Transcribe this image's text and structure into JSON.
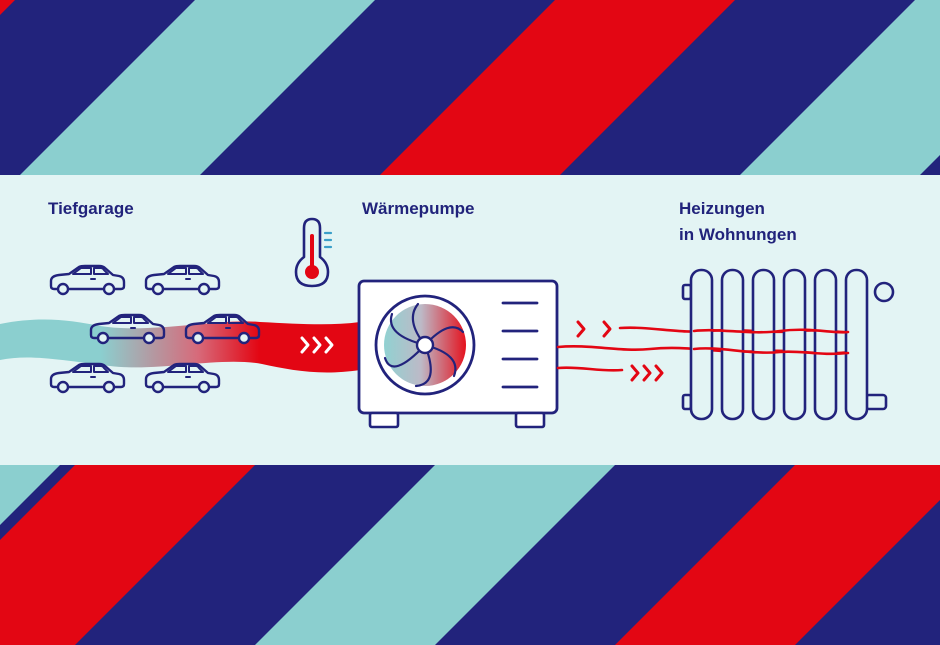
{
  "colors": {
    "navy": "#22237c",
    "red": "#e30613",
    "teal": "#8bcfcf",
    "band": "#e3f4f4",
    "ink": "#21237b"
  },
  "labels": {
    "garage": "Tiefgarage",
    "pump": "Wärmepumpe",
    "heating_line1": "Heizungen",
    "heating_line2": "in Wohnungen"
  },
  "icons": [
    "car-icon",
    "thermometer-icon",
    "heat-pump-icon",
    "fan-icon",
    "radiator-icon",
    "chevron-arrows-icon"
  ]
}
